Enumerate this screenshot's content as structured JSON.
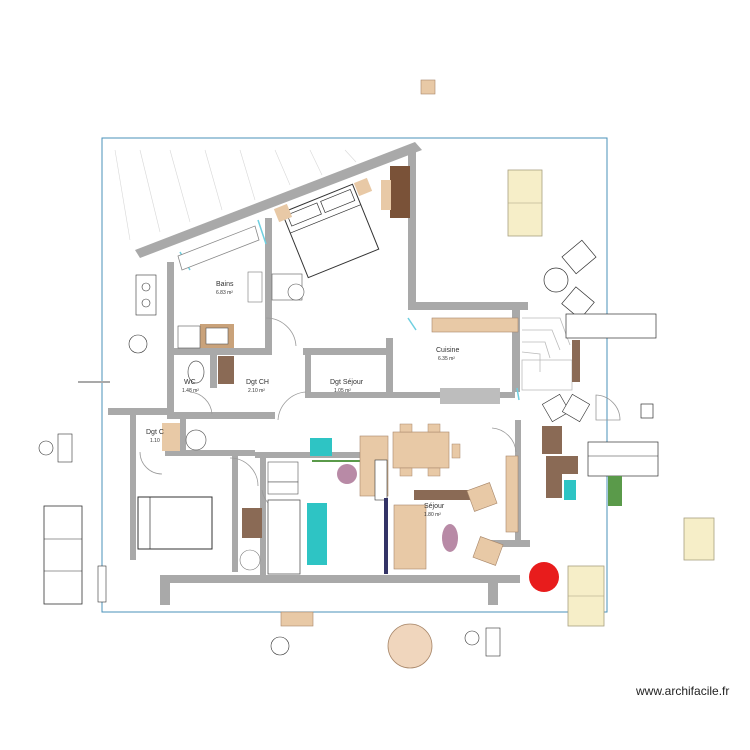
{
  "rooms": [
    {
      "name": "Bains",
      "area": "6.83 m²"
    },
    {
      "name": "WC",
      "area": "1.48 m²"
    },
    {
      "name": "Dgt CH",
      "area": "2.10 m²"
    },
    {
      "name": "Dgt Séjour",
      "area": "1.05 m²"
    },
    {
      "name": "Cuisine",
      "area": "6.35 m²"
    },
    {
      "name": "Dgt C",
      "area": "1.10"
    },
    {
      "name": "Séjour",
      "area": "1.80 m²"
    }
  ],
  "watermark": "www.archifacile.fr",
  "colors": {
    "wall": "#a9a9a9",
    "wood": "#e8c9a6",
    "dark_wood": "#8a6a55",
    "cream": "#f6eec8",
    "teal": "#2ec4c4",
    "mauve": "#b88aa6",
    "red": "#e81c1c",
    "green": "#5a9a4a",
    "dark": "#2b2b2b",
    "window": "#6ecfe0"
  }
}
